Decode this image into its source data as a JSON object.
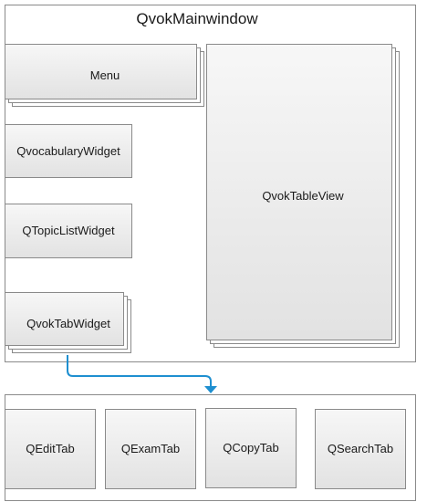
{
  "main_window": {
    "title": "QvokMainwindow"
  },
  "widgets": {
    "menu": "Menu",
    "vocabulary": "QvocabularyWidget",
    "topic_list": "QTopicListWidget",
    "tab_widget": "QvokTabWidget",
    "table_view": "QvokTableView"
  },
  "tabs": [
    "QEditTab",
    "QExamTab",
    "QCopyTab",
    "QSearchTab"
  ],
  "colors": {
    "connector": "#1e8fd0",
    "box_fill_top": "#f7f7f7",
    "box_fill_bottom": "#e2e2e2",
    "box_stroke": "#8a8a8a",
    "frame_stroke": "#8a8a8a"
  }
}
